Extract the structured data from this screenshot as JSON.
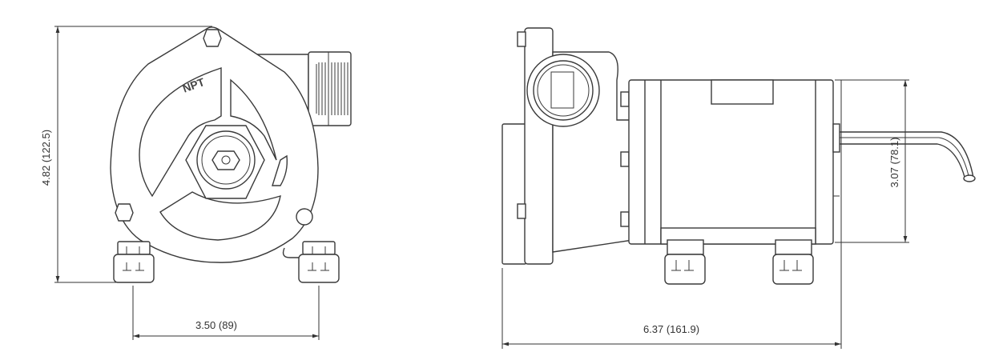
{
  "front_view": {
    "marking": "NPT",
    "height_dimension": "4.82 (122.5)",
    "foot_spacing_dimension": "3.50 (89)"
  },
  "side_view": {
    "length_dimension": "6.37 (161.9)",
    "motor_height_dimension": "3.07 (78.1)"
  }
}
